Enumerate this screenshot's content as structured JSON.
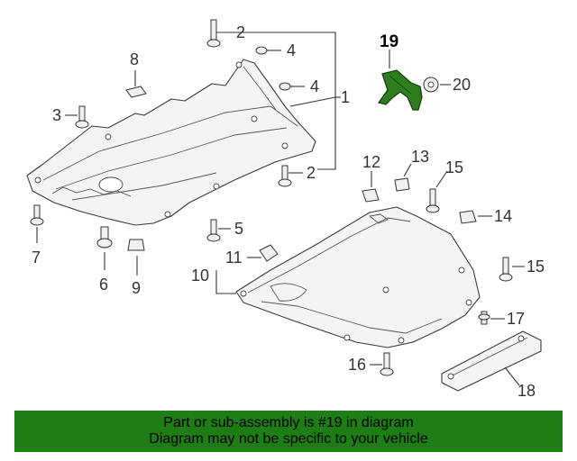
{
  "callouts": {
    "c1": "1",
    "c2a": "2",
    "c2b": "2",
    "c3": "3",
    "c4a": "4",
    "c4b": "4",
    "c5": "5",
    "c6": "6",
    "c7": "7",
    "c8": "8",
    "c9": "9",
    "c10": "10",
    "c11": "11",
    "c12": "12",
    "c13": "13",
    "c14": "14",
    "c15a": "15",
    "c15b": "15",
    "c16": "16",
    "c17": "17",
    "c18": "18",
    "c19": "19",
    "c20": "20"
  },
  "highlight_color": "#2e7d1e",
  "banner": {
    "line1": "Part or sub-assembly is #19 in diagram",
    "line2": "Diagram may not be specific to your vehicle",
    "color": "#1e7d14"
  }
}
